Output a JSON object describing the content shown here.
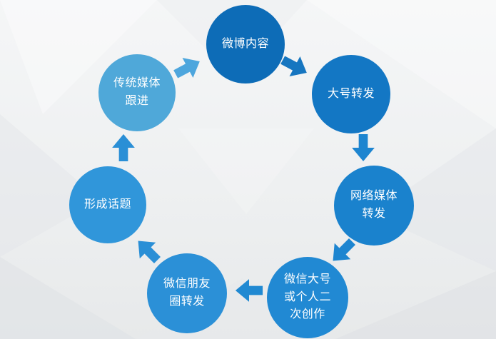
{
  "diagram": {
    "name": "weibo-content-viral-spread-cycle",
    "nodes": [
      {
        "label": "微博内容",
        "color": "#0d6cb7"
      },
      {
        "label": "大号转发",
        "color": "#1377c4"
      },
      {
        "label": "网络媒体转发",
        "color": "#1a82cd"
      },
      {
        "label": "微信大号或个人二次创作",
        "color": "#2189d3"
      },
      {
        "label": "微信朋友圈转发",
        "color": "#2b90d7"
      },
      {
        "label": "形成话题",
        "color": "#3096da"
      },
      {
        "label": "传统媒体跟进",
        "color": "#4fa8d9"
      }
    ],
    "arrows": [
      {
        "name": "arrow-traditional-media-to-weibo-content",
        "color": "#4da6dd"
      },
      {
        "name": "arrow-weibo-content-to-big-account",
        "color": "#1676c0"
      },
      {
        "name": "arrow-big-account-to-online-media",
        "color": "#1d85d0"
      },
      {
        "name": "arrow-online-media-to-wechat-recreation",
        "color": "#1d85d0"
      },
      {
        "name": "arrow-wechat-recreation-to-moments",
        "color": "#2089d2"
      },
      {
        "name": "arrow-moments-to-topic",
        "color": "#2a8fd6"
      },
      {
        "name": "arrow-topic-to-traditional-media",
        "color": "#2a8fd6"
      }
    ]
  }
}
